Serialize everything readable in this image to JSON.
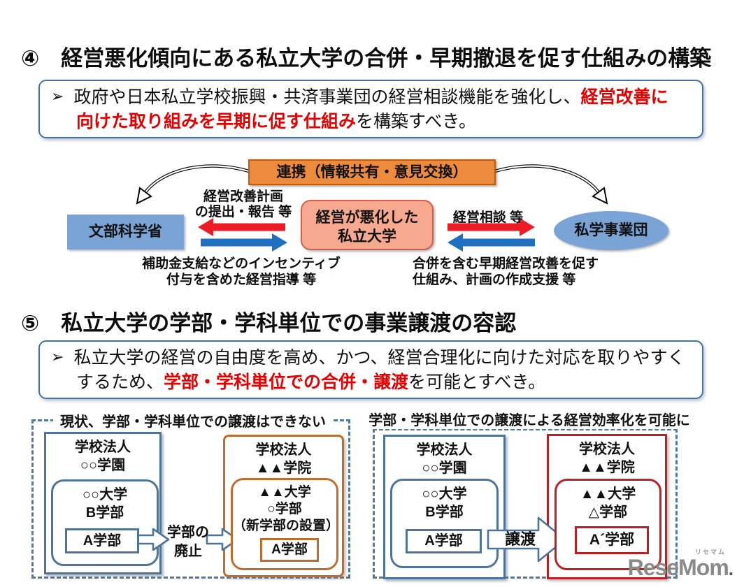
{
  "colors": {
    "red_text": "#e60000",
    "box_border_blue": "#4173a6",
    "banner_fill": "#ec8b3b",
    "banner_border": "#b85e15",
    "node_blue_fill": "#7ba4d6",
    "center_fill": "#f6a98e",
    "center_border": "#d2604a",
    "arrow_red": "#ed1c24",
    "arrow_blue": "#1f6fc0",
    "panel_dash": "#51799e",
    "steel_blue": "#4e7499",
    "orange_border": "#be6e31",
    "red_border": "#bb2026",
    "watermark_gray": "#8a8a8a"
  },
  "section4": {
    "title": "④　経営悪化傾向にある私立大学の合併・早期撤退を促す仕組みの構築",
    "bullet_lines": [
      {
        "segments": [
          {
            "text": "➢",
            "style": "bullet"
          },
          {
            "text": "政府や日本私立学校振興・共済事業団の経営相談機能を強化し、",
            "style": "normal"
          },
          {
            "text": "経営改善に",
            "style": "red"
          }
        ]
      },
      {
        "segments": [
          {
            "text": "向けた取り組みを早期に促す仕組み",
            "style": "red"
          },
          {
            "text": "を構築すべき。",
            "style": "normal"
          }
        ]
      }
    ]
  },
  "linkage": {
    "banner": "連携（情報共有・意見交換）",
    "left_node": "文部科学省",
    "center_node": "経営が悪化した\n私立大学",
    "right_node": "私学事業団",
    "label_top_left": "経営改善計画\nの提出・報告 等",
    "label_bottom_left": "補助金支給などのインセンティブ\n付与を含めた経営指導 等",
    "label_top_right": "経営相談 等",
    "label_bottom_right": "合併を含む早期経営改善を促す\n仕組み、計画の作成支援 等"
  },
  "section5": {
    "title": "⑤　私立大学の学部・学科単位での事業譲渡の容認",
    "bullet_lines": [
      {
        "segments": [
          {
            "text": "➢",
            "style": "bullet"
          },
          {
            "text": "私立大学の経営の自由度を高め、かつ、経営合理化に向けた対応を取りやすく",
            "style": "normal"
          }
        ]
      },
      {
        "segments": [
          {
            "text": "するため、",
            "style": "normal"
          },
          {
            "text": "学部・学科単位での合併・譲渡",
            "style": "red"
          },
          {
            "text": "を可能とすべき。",
            "style": "normal"
          }
        ]
      }
    ]
  },
  "panel_before": {
    "title": "現状、学部・学科単位での譲渡はできない",
    "source": {
      "corp": "学校法人\n○○学園",
      "univ": "○○大学\nB学部",
      "dept": "A学部"
    },
    "arrow_label": "学部の\n廃止",
    "target": {
      "corp": "学校法人\n▲▲学院",
      "univ": "▲▲大学\n○学部\n（新学部の設置）",
      "dept": "A学部"
    }
  },
  "panel_after": {
    "title": "学部・学科単位での譲渡による経営効率化を可能に",
    "source": {
      "corp": "学校法人\n○○学園",
      "univ": "○○大学\nB学部",
      "dept": "A学部"
    },
    "arrow_label": "譲渡",
    "target": {
      "corp": "学校法人\n▲▲学院",
      "univ": "▲▲大学\n△学部",
      "dept": "A´学部"
    }
  },
  "watermark": {
    "text": "ReseMom",
    "ruby": "リセマム",
    "dot": "."
  }
}
